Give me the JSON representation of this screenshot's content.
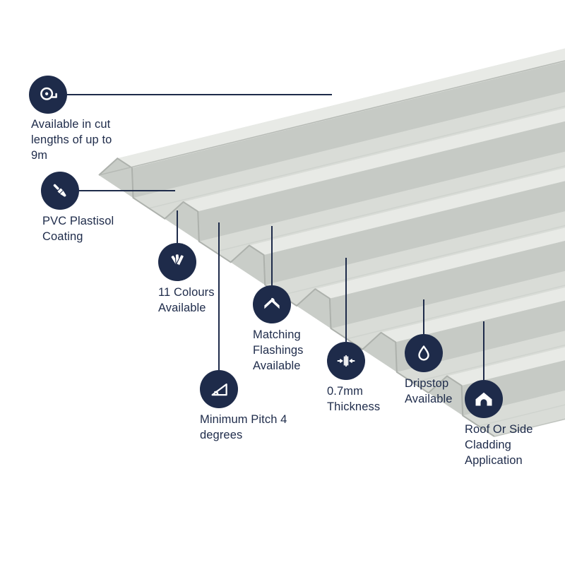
{
  "colors": {
    "accent": "#1e2b4a",
    "background": "#ffffff",
    "sheet_pan": "#d9dcd7",
    "sheet_crest": "#e8eae6",
    "sheet_upslope": "#d2d6d1",
    "sheet_downslope": "#c6cac5",
    "sheet_front": "#c9cdc8",
    "sheet_edge": "#adb1ac"
  },
  "product": {
    "illustration": "Box profile metal roofing sheet, light grey, shown in perspective"
  },
  "callouts": [
    {
      "id": "cut-lengths",
      "icon": "tape-measure-icon",
      "label": "Available in cut lengths of up to 9m"
    },
    {
      "id": "pvc-coating",
      "icon": "paint-brush-icon",
      "label": "PVC Plastisol Coating"
    },
    {
      "id": "colours",
      "icon": "colour-fan-icon",
      "label": "11 Colours Available"
    },
    {
      "id": "min-pitch",
      "icon": "pitch-angle-icon",
      "label": "Minimum Pitch 4 degrees"
    },
    {
      "id": "flashings",
      "icon": "flashing-icon",
      "label": "Matching Flashings Available"
    },
    {
      "id": "thickness",
      "icon": "thickness-icon",
      "label": "0.7mm Thickness"
    },
    {
      "id": "dripstop",
      "icon": "droplet-icon",
      "label": "Dripstop Available"
    },
    {
      "id": "cladding",
      "icon": "house-icon",
      "label": "Roof Or Side Cladding Application"
    }
  ]
}
